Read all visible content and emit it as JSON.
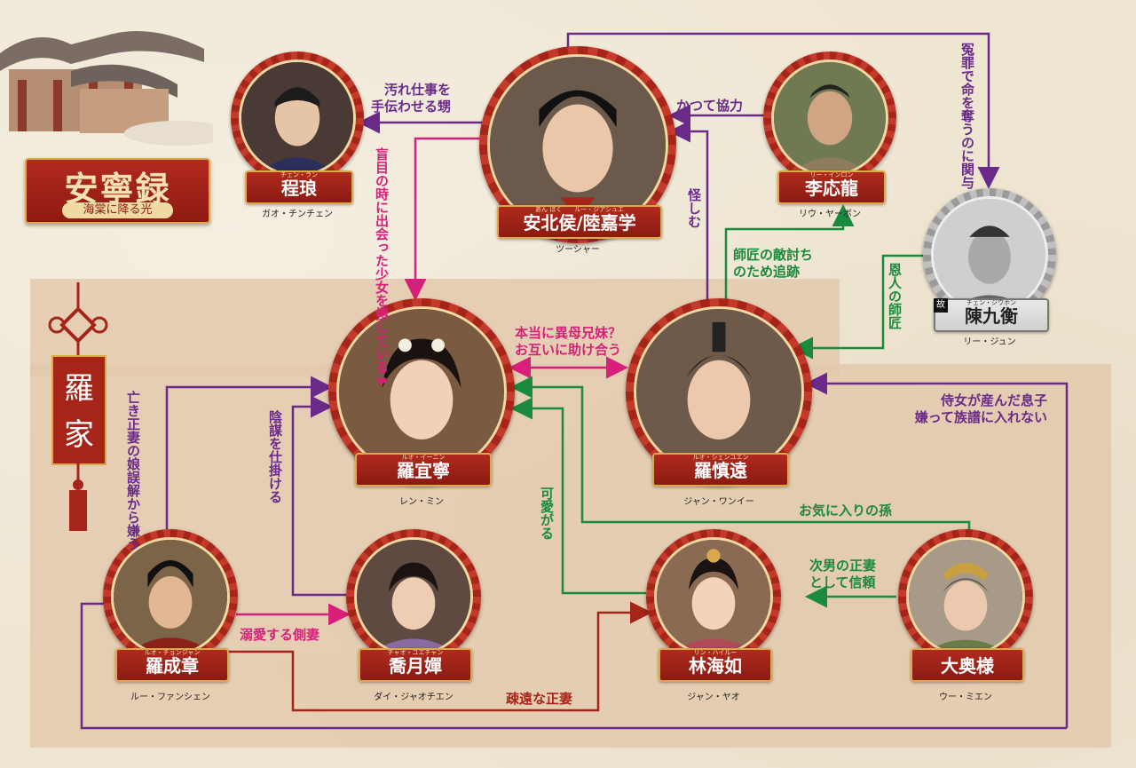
{
  "title": {
    "main": "安寧録",
    "sub": "海棠に降る光"
  },
  "family": {
    "label": "羅家"
  },
  "colors": {
    "family_relation": "#6a2a8a",
    "romance": "#d8207a",
    "support": "#1a8a3c",
    "distant": "#a62418",
    "plate": "#a62418"
  },
  "characters": [
    {
      "id": "cheng_lang",
      "name": "程琅",
      "ruby": "チェン・ラン",
      "actor": "ガオ・チンチェン"
    },
    {
      "id": "anbeihou",
      "name": "安北侯/陸嘉学",
      "ruby": "あん ほく　　ルー・ジアシュエ",
      "actor": "ツーシャー"
    },
    {
      "id": "li_yinglong",
      "name": "李応龍",
      "ruby": "リー・インロン",
      "actor": "リウ・ヤーボン"
    },
    {
      "id": "chen_jiuheng",
      "name": "陳九衡",
      "ruby": "チェン・ジウホン",
      "actor": "リー・ジュン",
      "badge": "故"
    },
    {
      "id": "luo_yining",
      "name": "羅宜寧",
      "ruby": "ルオ・イーニン",
      "actor": "レン・ミン"
    },
    {
      "id": "luo_shenyuan",
      "name": "羅慎遠",
      "ruby": "ルオ・シェンユエン",
      "actor": "ジャン・ワンイー"
    },
    {
      "id": "luo_chengzhang",
      "name": "羅成章",
      "ruby": "ルオ・チョンジャン",
      "actor": "ルー・ファンシェン"
    },
    {
      "id": "qiao_yuechan",
      "name": "喬月嬋",
      "ruby": "チャオ・ユエチャン",
      "actor": "ダイ・ジャオチエン"
    },
    {
      "id": "lin_hairu",
      "name": "林海如",
      "ruby": "リン・ハイルー",
      "actor": "ジャン・ヤオ"
    },
    {
      "id": "grandmother",
      "name": "大奥様",
      "ruby": "",
      "actor": "ウー・ミエン"
    }
  ],
  "relations": [
    {
      "id": "r1",
      "text": "汚れ仕事を\n手伝わせる甥"
    },
    {
      "id": "r2",
      "text": "盲目の時に出会った\n少女を捜している❤"
    },
    {
      "id": "r3",
      "text": "かつて協力"
    },
    {
      "id": "r4",
      "text": "冤罪で命を奪う\nのに関与"
    },
    {
      "id": "r5",
      "text": "怪しむ"
    },
    {
      "id": "r6",
      "text": "師匠の敵討ち\nのため追跡"
    },
    {
      "id": "r7",
      "text": "恩人の師匠"
    },
    {
      "id": "r8",
      "text": "本当に異母兄妹？\nお互いに助け合う"
    },
    {
      "id": "r9",
      "text": "侍女が産んだ息子\n嫌って族譜に入れない"
    },
    {
      "id": "r10",
      "text": "亡き正妻の娘\n誤解から嫌う"
    },
    {
      "id": "r11",
      "text": "陰謀を仕掛ける"
    },
    {
      "id": "r12",
      "text": "可愛がる"
    },
    {
      "id": "r13",
      "text": "お気に入りの孫"
    },
    {
      "id": "r14",
      "text": "次男の正妻\nとして信頼"
    },
    {
      "id": "r15",
      "text": "溺愛する側妻"
    },
    {
      "id": "r16",
      "text": "疎遠な正妻"
    }
  ]
}
